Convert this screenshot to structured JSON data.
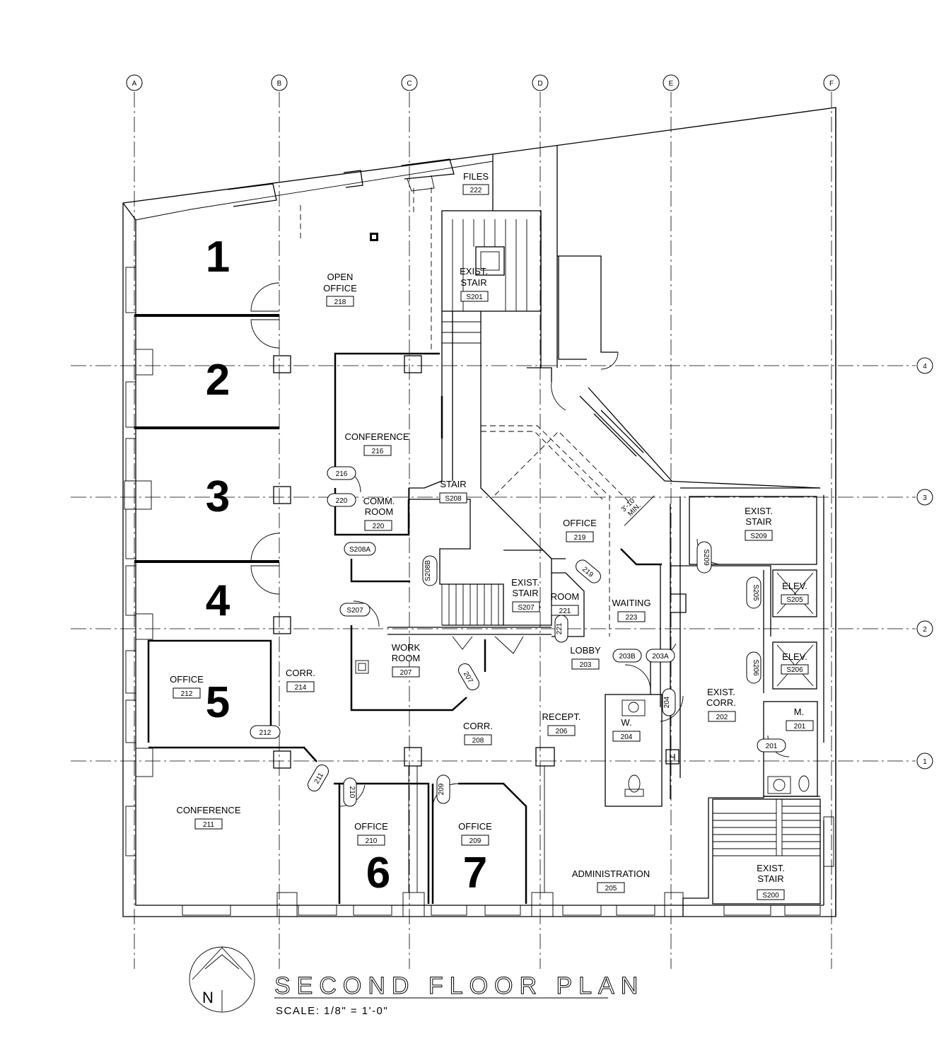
{
  "grid": {
    "columns": [
      "A",
      "B",
      "C",
      "D",
      "E",
      "F"
    ],
    "rows": [
      "4",
      "3",
      "2",
      "1"
    ]
  },
  "rooms": {
    "r222": {
      "name": "FILES",
      "number": "222"
    },
    "r218": {
      "name1": "OPEN",
      "name2": "OFFICE",
      "number": "218"
    },
    "rS201": {
      "name1": "EXIST.",
      "name2": "STAIR",
      "number": "S201"
    },
    "r216": {
      "name": "CONFERENCE",
      "number": "216"
    },
    "rS208": {
      "name": "STAIR",
      "number": "S208"
    },
    "r220": {
      "name1": "COMM.",
      "name2": "ROOM",
      "number": "220"
    },
    "r219": {
      "name": "OFFICE",
      "number": "219"
    },
    "rS209": {
      "name1": "EXIST.",
      "name2": "STAIR",
      "number": "S209"
    },
    "rS207": {
      "name1": "EXIST.",
      "name2": "STAIR",
      "number": "S207"
    },
    "r221": {
      "name": "ROOM",
      "number": "221"
    },
    "r223": {
      "name": "WAITING",
      "number": "223"
    },
    "rS205": {
      "name": "ELEV.",
      "number": "S205"
    },
    "rS206": {
      "name": "ELEV.",
      "number": "S206"
    },
    "r203": {
      "name": "LOBBY",
      "number": "203"
    },
    "r207": {
      "name1": "WORK",
      "name2": "ROOM",
      "number": "207"
    },
    "r212": {
      "name": "OFFICE",
      "number": "212"
    },
    "r214": {
      "name": "CORR.",
      "number": "214"
    },
    "r208": {
      "name": "CORR.",
      "number": "208"
    },
    "r206": {
      "name": "RECEPT.",
      "number": "206"
    },
    "r204": {
      "name": "W.",
      "number": "204"
    },
    "r202": {
      "name1": "EXIST.",
      "name2": "CORR.",
      "number": "202"
    },
    "r201": {
      "name": "M.",
      "number": "201"
    },
    "r211": {
      "name": "CONFERENCE",
      "number": "211"
    },
    "r210": {
      "name": "OFFICE",
      "number": "210"
    },
    "r209": {
      "name": "OFFICE",
      "number": "209"
    },
    "r205": {
      "name": "ADMINISTRATION",
      "number": "205"
    },
    "rS200": {
      "name1": "EXIST.",
      "name2": "STAIR",
      "number": "S200"
    }
  },
  "doors": [
    "216",
    "220",
    "S208A",
    "S208B",
    "S207",
    "219",
    "221",
    "S209",
    "S205",
    "S206",
    "203B",
    "203A",
    "204",
    "207",
    "212",
    "211",
    "210",
    "209",
    "201"
  ],
  "big_numbers": [
    "1",
    "2",
    "3",
    "4",
    "5",
    "6",
    "7"
  ],
  "dimension": {
    "line1": "3'-10\"",
    "line2": "MIN."
  },
  "north_letter": "N",
  "title": "SECOND FLOOR PLAN",
  "scale_text": "SCALE:   1/8\"  =  1'-0\""
}
